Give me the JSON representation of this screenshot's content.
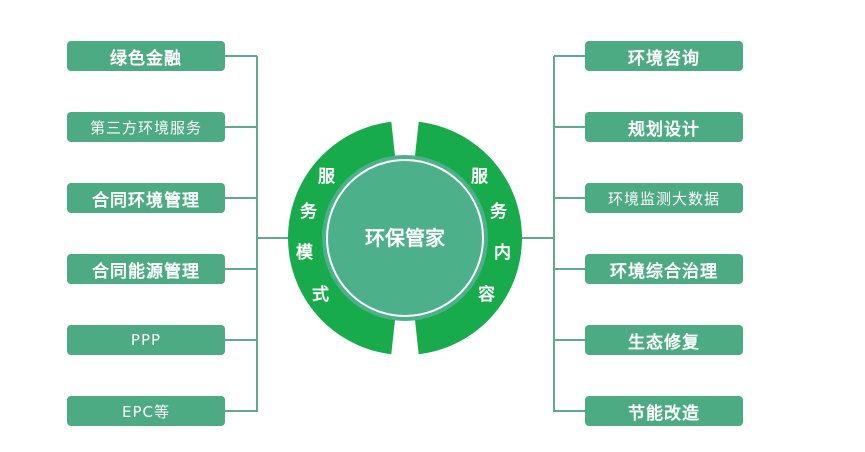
{
  "title": "环保管家",
  "left_arc": [
    "服",
    "务",
    "模",
    "式"
  ],
  "right_arc": [
    "服",
    "务",
    "内",
    "容"
  ],
  "left_items": [
    "绿色金融",
    "第三方环境服务",
    "合同环境管理",
    "合同能源管理",
    "PPP",
    "EPC等"
  ],
  "right_items": [
    "环境咨询",
    "规划设计",
    "环境监测大数据",
    "环境综合治理",
    "生态修复",
    "节能改造"
  ],
  "colors": {
    "ring": "#17ab4c",
    "core": "#4cb08a",
    "box": "#4dab84",
    "line": "#5fa98c"
  }
}
